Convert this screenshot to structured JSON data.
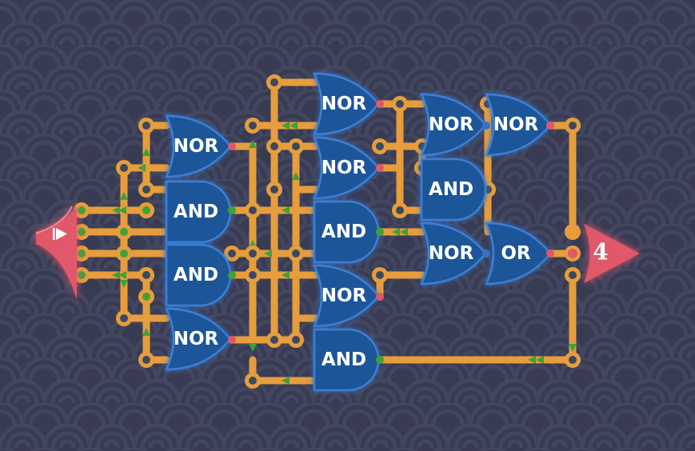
{
  "level": {
    "output_value": "4",
    "input_icon": "play-icon"
  },
  "gates": [
    {
      "id": "g1",
      "type": "NOR"
    },
    {
      "id": "g2",
      "type": "AND"
    },
    {
      "id": "g3",
      "type": "AND"
    },
    {
      "id": "g4",
      "type": "NOR"
    },
    {
      "id": "g5",
      "type": "NOR"
    },
    {
      "id": "g6",
      "type": "NOR"
    },
    {
      "id": "g7",
      "type": "AND"
    },
    {
      "id": "g8",
      "type": "NOR"
    },
    {
      "id": "g9",
      "type": "AND"
    },
    {
      "id": "g10",
      "type": "NOR"
    },
    {
      "id": "g11",
      "type": "AND"
    },
    {
      "id": "g12",
      "type": "NOR"
    },
    {
      "id": "g13",
      "type": "NOR"
    },
    {
      "id": "g14",
      "type": "OR"
    }
  ],
  "colors": {
    "background": "#383b52",
    "wire": "#e79d3c",
    "signal": "#3fa13a",
    "gate_fill": "#1e5699",
    "gate_glow": "#3d7fd6",
    "terminal": "#e0586a",
    "output_pin_on": "#e0586a",
    "output_pin_off": "#3b6fc4"
  }
}
